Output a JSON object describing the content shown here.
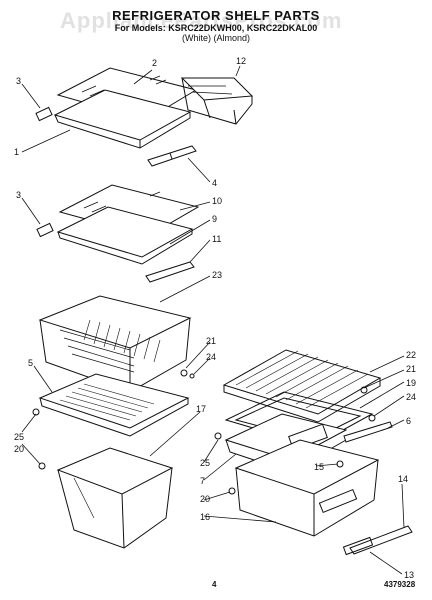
{
  "header": {
    "title": "REFRIGERATOR SHELF PARTS",
    "models_line": "For Models: KSRC22DKWH00, KSRC22DKAL00",
    "colors_line": "(White)    (Almond)",
    "watermark": "AppliancePartsPros.com"
  },
  "footer": {
    "page_number": "4",
    "doc_number": "4379328"
  },
  "callouts": [
    "1",
    "2",
    "3",
    "4",
    "3",
    "10",
    "9",
    "11",
    "12",
    "23",
    "5",
    "21",
    "24",
    "25",
    "20",
    "17",
    "22",
    "21",
    "19",
    "24",
    "6",
    "25",
    "7",
    "20",
    "15",
    "14",
    "16",
    "13"
  ]
}
